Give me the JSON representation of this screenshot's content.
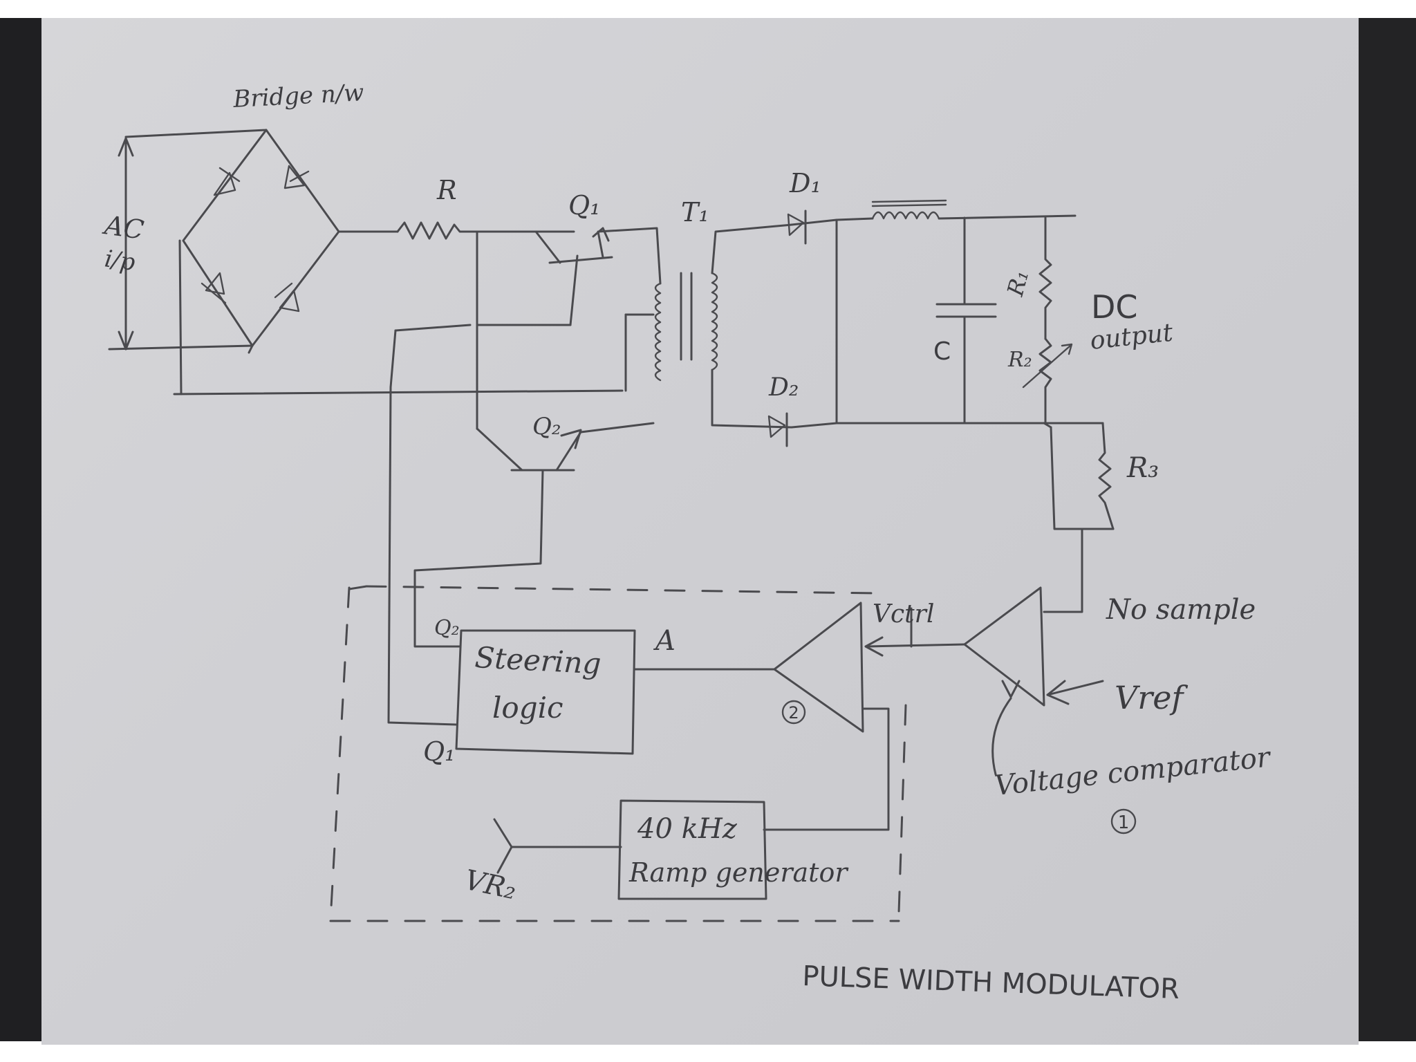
{
  "labels": {
    "bridge": "Bridge n/w",
    "ac_line1": "AC",
    "ac_line2": "i/p",
    "resistor_r": "R",
    "q1_transistor": "Q₁",
    "transformer": "T₁",
    "diode_d1": "D₁",
    "diode_d2": "D₂",
    "q2_transistor": "Q₂",
    "capacitor": "C",
    "r1": "R₁",
    "r2": "R₂",
    "dc_line1": "DC",
    "dc_line2": "output",
    "r3": "R₃",
    "vctrl": "Vctrl",
    "no_sample": "No sample",
    "vref": "Vref",
    "voltage_comparator": "Voltage comparator",
    "circle_1": "1",
    "circle_2": "2",
    "steering_line1": "Steering",
    "steering_line2": "logic",
    "steering_q2": "Q₂",
    "steering_q1": "Q₁",
    "node_a": "A",
    "ramp_line1": "40 kHz",
    "ramp_line2": "Ramp generator",
    "vr2": "VR₂",
    "pwm": "PULSE WIDTH MODULATOR"
  },
  "colors": {
    "ink": "#4a4a4e",
    "paper": "#d2d2d6",
    "background_dark": "#1f1f22"
  }
}
